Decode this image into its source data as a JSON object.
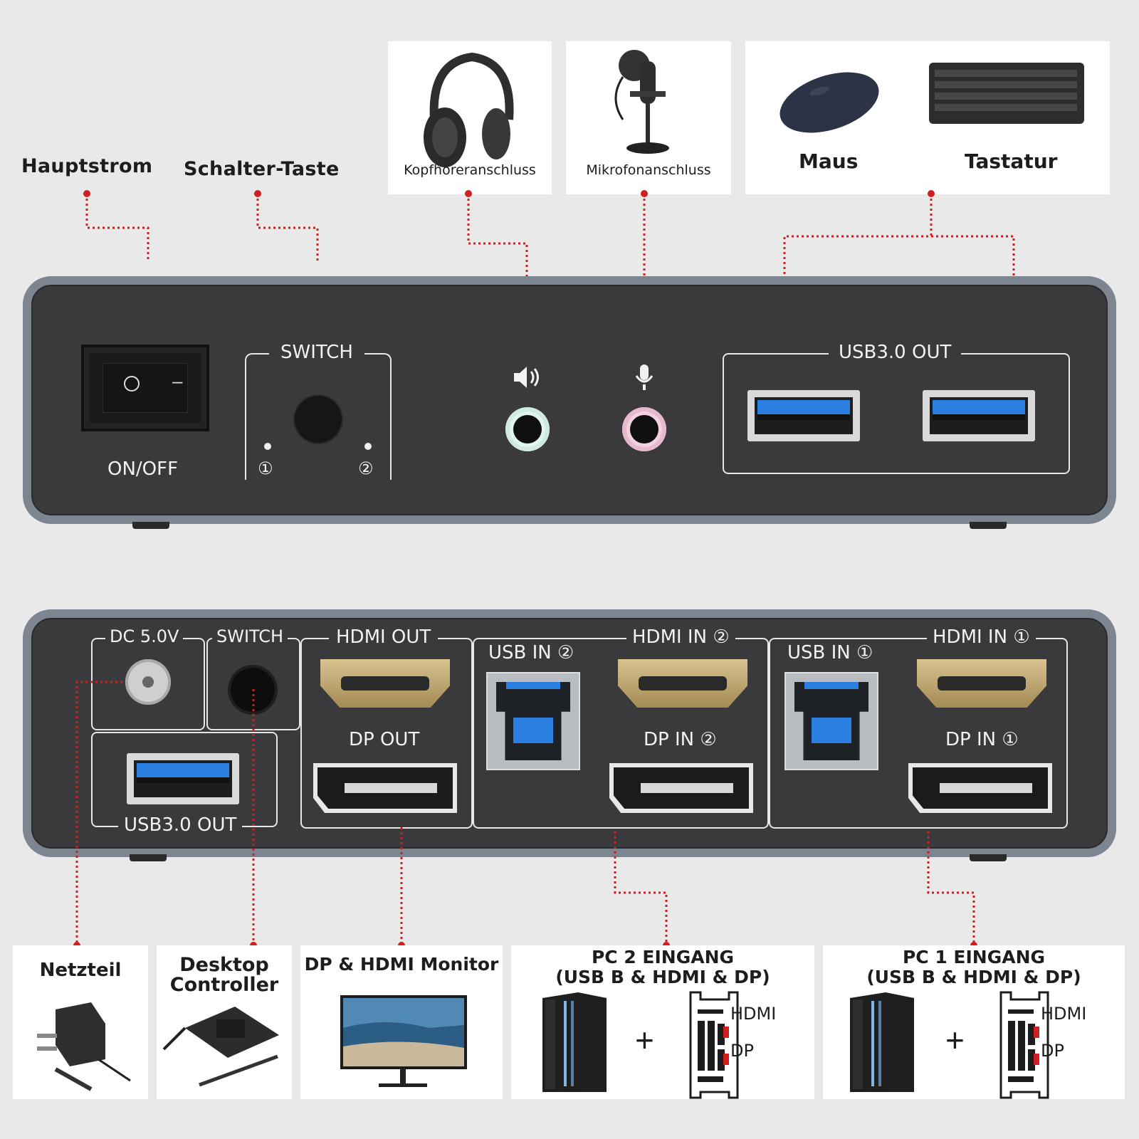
{
  "top_labels": {
    "main_power": "Hauptstrom",
    "switch_button": "Schalter-Taste",
    "headphone_port": "Kopfhöreranschluss",
    "microphone_port": "Mikrofonanschluss",
    "mouse": "Maus",
    "keyboard": "Tastatur"
  },
  "front_panel": {
    "on_off": "ON/OFF",
    "switch": "SWITCH",
    "led_1": "①",
    "led_2": "②",
    "usb_out": "USB3.0 OUT",
    "power_on_symbol": "O",
    "power_off_symbol": "–"
  },
  "rear_panel": {
    "dc": "DC 5.0V",
    "switch": "SWITCH",
    "hdmi_out": "HDMI OUT",
    "dp_out": "DP OUT",
    "usb_in_2": "USB IN ②",
    "hdmi_in_2": "HDMI IN ②",
    "dp_in_2": "DP IN ②",
    "usb_in_1": "USB IN ①",
    "hdmi_in_1": "HDMI IN ①",
    "dp_in_1": "DP IN ①",
    "usb_out": "USB3.0 OUT"
  },
  "bottom_labels": {
    "power_supply": "Netzteil",
    "desktop_controller_1": "Desktop",
    "desktop_controller_2": "Controller",
    "monitor": "DP & HDMI Monitor",
    "pc2_title": "PC 2 EINGANG",
    "pc2_sub": "(USB B & HDMI & DP)",
    "pc1_title": "PC 1 EINGANG",
    "pc1_sub": "(USB B & HDMI & DP)",
    "hdmi": "HDMI",
    "dp": "DP",
    "plus": "+"
  },
  "colors": {
    "accent_red": "#d21e1e",
    "usb_blue": "#2b7fe0",
    "panel": "#3a3a3c",
    "panel_border": "#7c8590"
  }
}
